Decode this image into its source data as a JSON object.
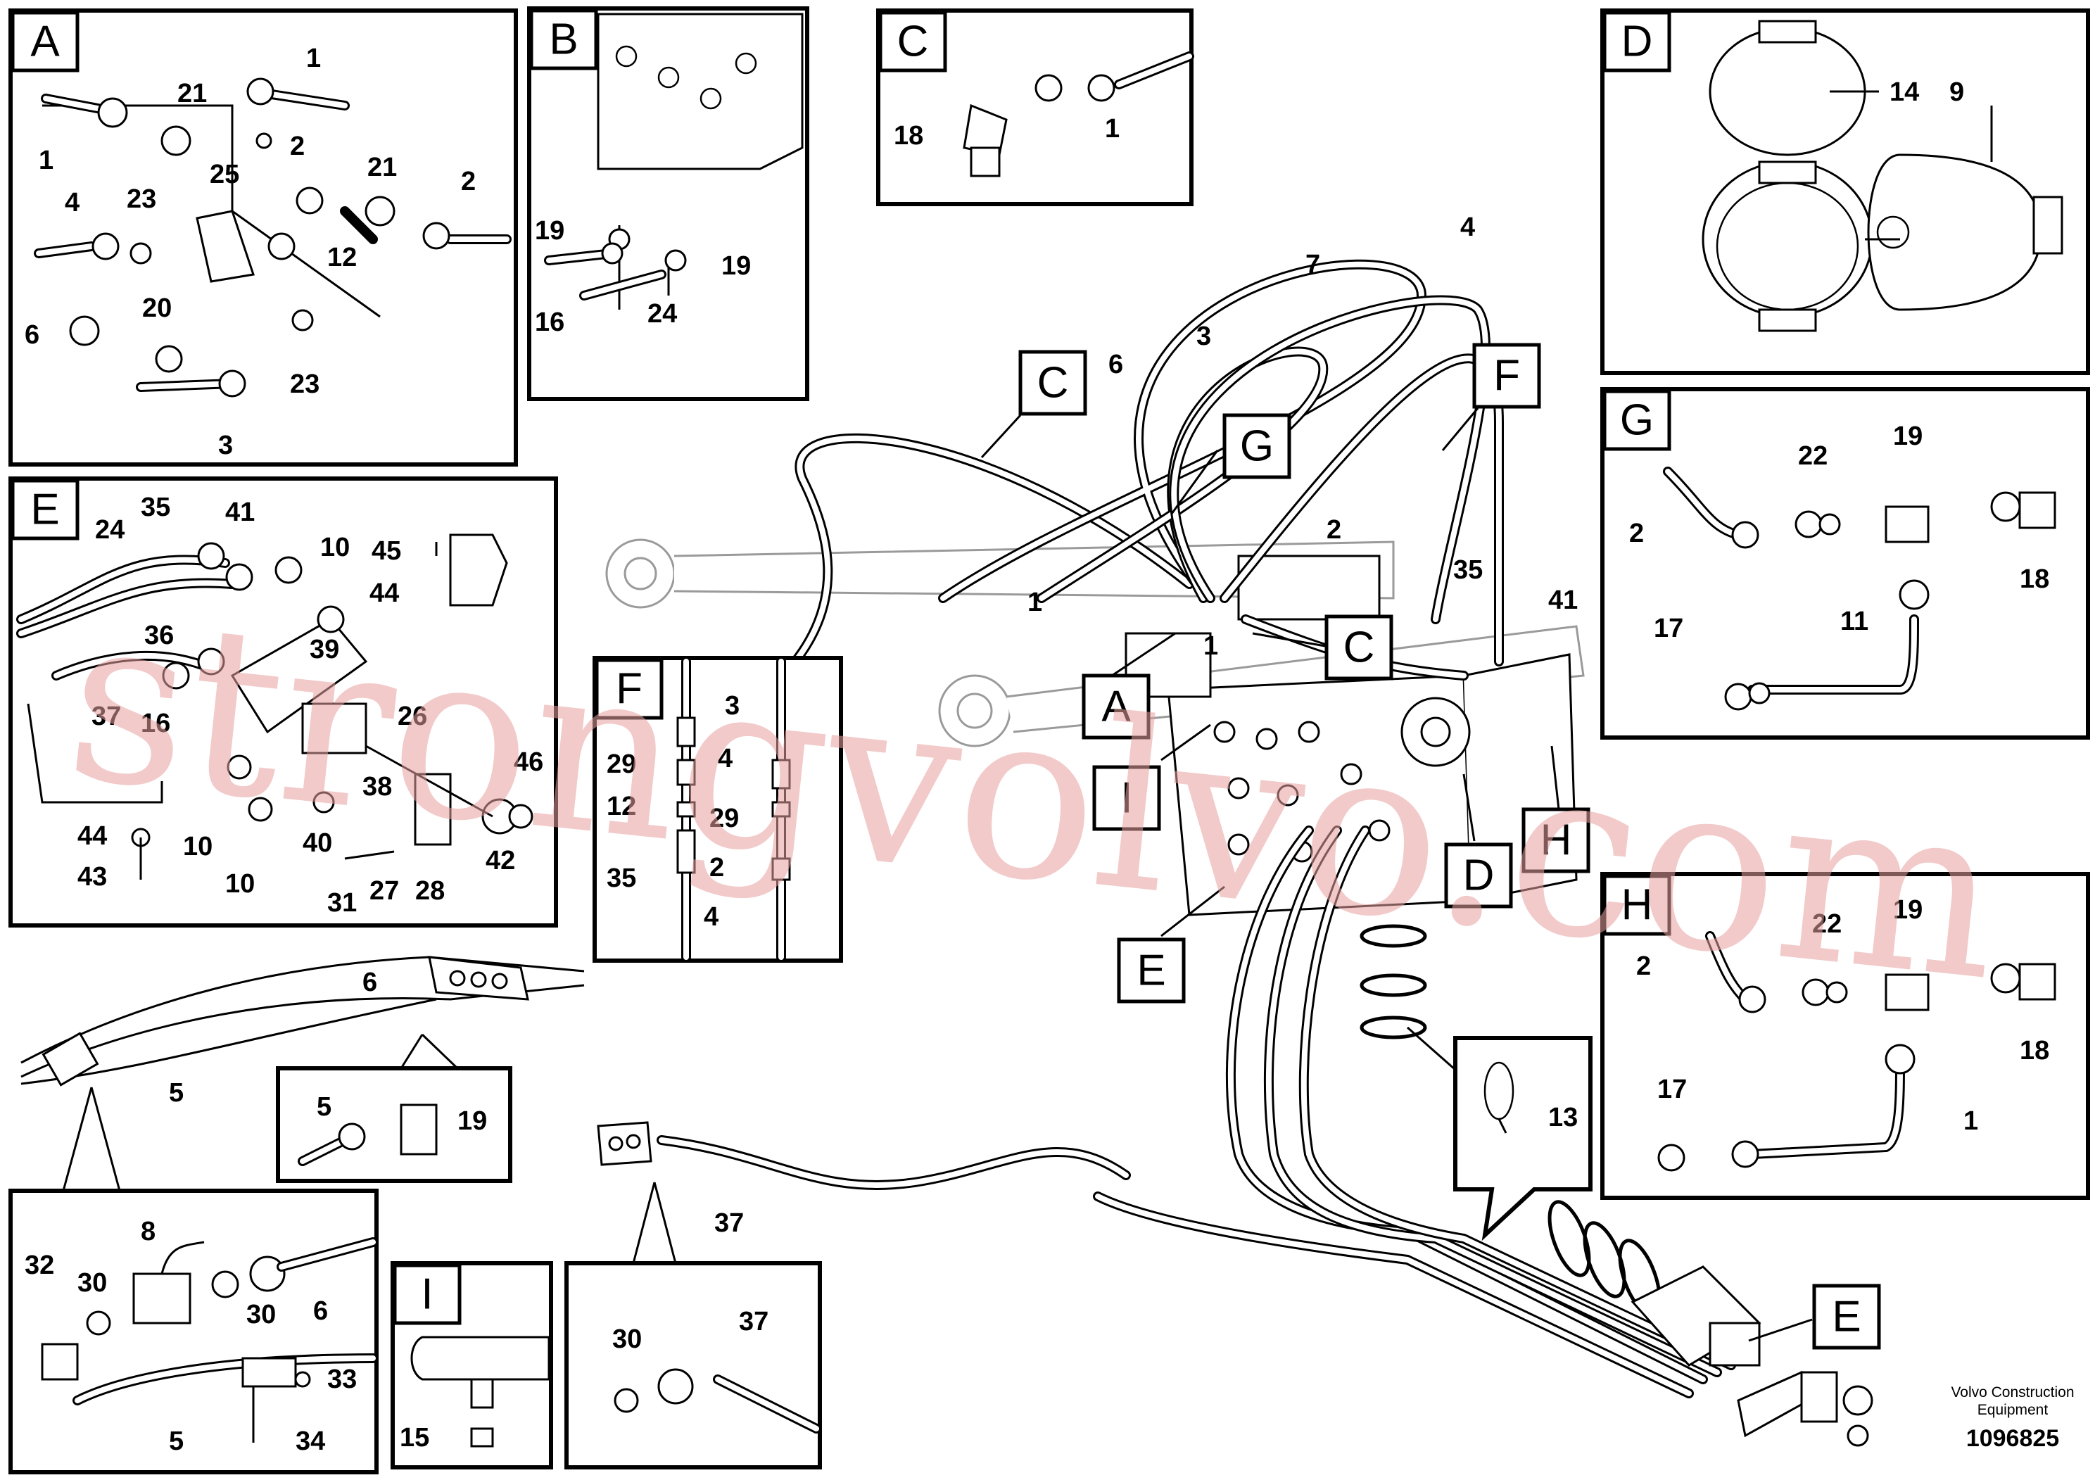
{
  "diagram": {
    "panels": {
      "A": {
        "letter": "A",
        "labels": [
          "1",
          "21",
          "1",
          "25",
          "2",
          "21",
          "2",
          "4",
          "23",
          "12",
          "6",
          "20",
          "23",
          "3"
        ]
      },
      "B": {
        "letter": "B",
        "labels": [
          "19",
          "19",
          "16",
          "24"
        ]
      },
      "C": {
        "letter": "C",
        "labels": [
          "18",
          "1"
        ]
      },
      "D": {
        "letter": "D",
        "labels": [
          "14",
          "9"
        ]
      },
      "E": {
        "letter": "E",
        "labels": [
          "24",
          "35",
          "41",
          "10",
          "45",
          "44",
          "36",
          "39",
          "37",
          "16",
          "26",
          "38",
          "46",
          "44",
          "10",
          "40",
          "42",
          "43",
          "10",
          "31",
          "27",
          "28"
        ]
      },
      "F": {
        "letter": "F",
        "labels": [
          "3",
          "29",
          "4",
          "12",
          "29",
          "35",
          "2",
          "4"
        ]
      },
      "G": {
        "letter": "G",
        "labels": [
          "22",
          "19",
          "2",
          "18",
          "17",
          "11"
        ]
      },
      "H": {
        "letter": "H",
        "labels": [
          "22",
          "19",
          "2",
          "18",
          "17",
          "1"
        ]
      },
      "I": {
        "letter": "I",
        "labels": [
          "15"
        ]
      },
      "valve": {
        "labels": [
          "8",
          "32",
          "30",
          "30",
          "6",
          "33",
          "5",
          "34"
        ]
      },
      "tee19": {
        "labels": [
          "5",
          "19"
        ]
      },
      "fitting37": {
        "labels": [
          "30",
          "37"
        ]
      },
      "clamp13": {
        "labels": [
          "13"
        ]
      }
    },
    "main_labels": [
      "6",
      "3",
      "7",
      "4",
      "1",
      "2",
      "35",
      "41",
      "1",
      "5",
      "6",
      "37"
    ],
    "callouts": [
      "C",
      "G",
      "F",
      "C",
      "A",
      "I",
      "E",
      "D",
      "H",
      "E"
    ]
  },
  "watermark": "strongvolvo.com",
  "footer": {
    "company_line1": "Volvo Construction",
    "company_line2": "Equipment",
    "drawing_id": "1096825"
  }
}
